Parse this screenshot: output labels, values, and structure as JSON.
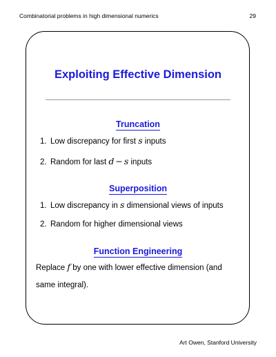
{
  "header": {
    "running_title": "Combinatorial problems in high dimensional numerics",
    "page_number": "29"
  },
  "footer": {
    "author": "Art Owen, Stanford University"
  },
  "slide": {
    "title": "Exploiting Effective Dimension",
    "sections": [
      {
        "heading": "Truncation",
        "items": [
          {
            "number": "1.",
            "text_before": "Low discrepancy for first ",
            "math": "s",
            "text_after": " inputs"
          },
          {
            "number": "2.",
            "text_before": "Random for last ",
            "math_a": "d",
            "minus": "−",
            "math_b": "s",
            "text_after": " inputs"
          }
        ]
      },
      {
        "heading": "Superposition",
        "items": [
          {
            "number": "1.",
            "text_before": "Low discrepancy in ",
            "math": "s",
            "text_after": " dimensional views of inputs"
          },
          {
            "number": "2.",
            "text": "Random for higher dimensional views"
          }
        ]
      },
      {
        "heading": "Function Engineering",
        "paragraph": {
          "text_before": "Replace ",
          "math": "f",
          "text_after": " by one with lower effective dimension (and same integral)."
        }
      }
    ]
  }
}
